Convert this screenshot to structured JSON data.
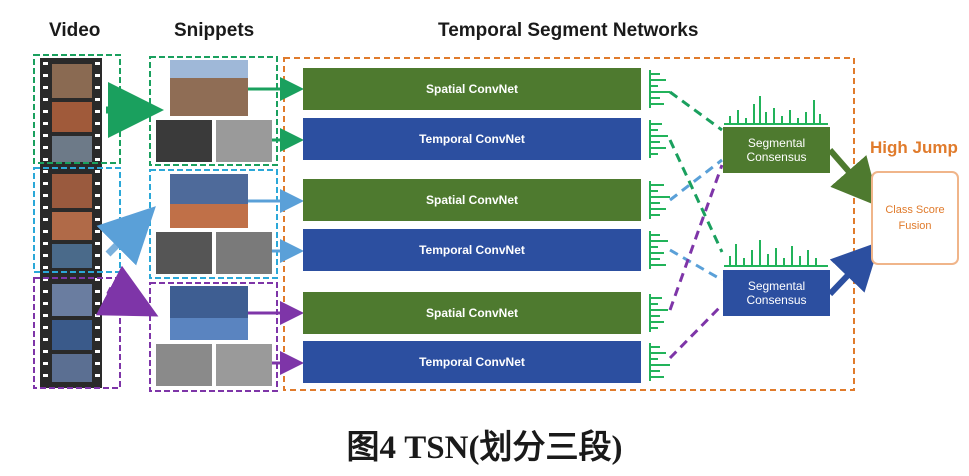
{
  "headers": {
    "video": "Video",
    "snippets": "Snippets",
    "tsn": "Temporal Segment Networks"
  },
  "convnets": {
    "spatial": "Spatial ConvNet",
    "temporal": "Temporal ConvNet"
  },
  "consensus": {
    "label_line1": "Segmental",
    "label_line2": "Consensus"
  },
  "fusion": {
    "line1": "Class Score",
    "line2": "Fusion"
  },
  "result_label": "High Jump",
  "caption": "图4   TSN(划分三段)",
  "colors": {
    "green": "#4e7a2f",
    "blue": "#2c4fa0",
    "teal": "#1aa05e",
    "cyan": "#2ba8d8",
    "purple": "#7e35a8",
    "orange": "#e07b2c",
    "fusion_border": "#f0b58a",
    "score_green": "#22b35a"
  }
}
